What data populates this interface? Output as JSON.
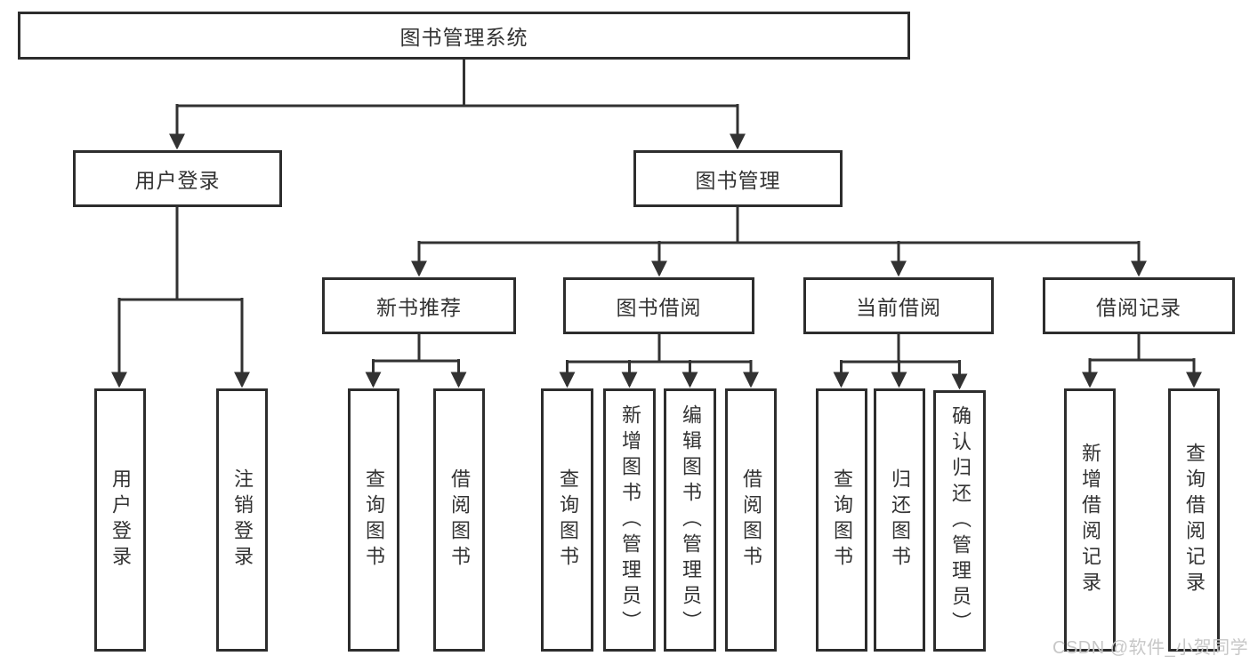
{
  "diagram": {
    "root": {
      "label": "图书管理系统"
    },
    "branches": [
      {
        "label": "用户登录",
        "children": [
          {
            "label": "用户登录"
          },
          {
            "label": "注销登录"
          }
        ]
      },
      {
        "label": "图书管理",
        "sections": [
          {
            "label": "新书推荐",
            "children": [
              {
                "label": "查询图书"
              },
              {
                "label": "借阅图书"
              }
            ]
          },
          {
            "label": "图书借阅",
            "children": [
              {
                "label": "查询图书"
              },
              {
                "label": "新增图书（管理员）"
              },
              {
                "label": "编辑图书（管理员）"
              },
              {
                "label": "借阅图书"
              }
            ]
          },
          {
            "label": "当前借阅",
            "children": [
              {
                "label": "查询图书"
              },
              {
                "label": "归还图书"
              },
              {
                "label": "确认归还（管理员）"
              }
            ]
          },
          {
            "label": "借阅记录",
            "children": [
              {
                "label": "新增借阅记录"
              },
              {
                "label": "查询借阅记录"
              }
            ]
          }
        ]
      }
    ]
  },
  "watermark": {
    "text": "CSDN @软件_小贺同学"
  },
  "colors": {
    "line_color": "#323232",
    "border_color": "#2d2d2d",
    "text_color": "#333333",
    "watermark_color": "#c7c7c7",
    "bg_color": "#ffffff"
  }
}
